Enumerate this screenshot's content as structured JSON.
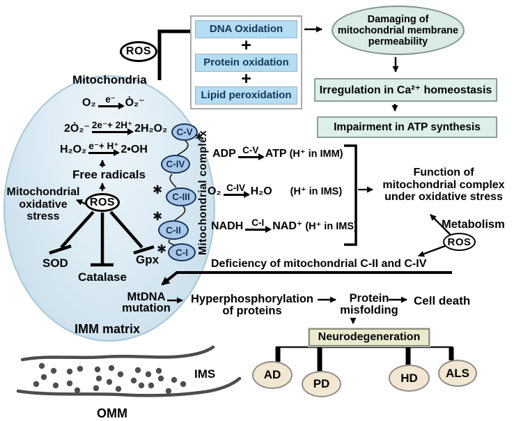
{
  "top": {
    "ros": "ROS",
    "mitochondria": "Mitochondria",
    "plus": "+",
    "ox_boxes": [
      "DNA Oxidation",
      "Protein oxidation",
      "Lipid peroxidation"
    ],
    "damaging_lines": [
      "Damaging  of",
      "mitochondrial membrane",
      "permeability"
    ],
    "irregulation": "Irregulation in Ca²⁺ homeostasis",
    "impairment": "Impairment in ATP synthesis"
  },
  "mito": {
    "equations": [
      {
        "lhs": "O₂",
        "label": "e⁻",
        "rhs": "Ȯ₂⁻"
      },
      {
        "lhs": "2Ȯ₂⁻",
        "label": "2e⁻+ 2H⁺",
        "rhs": "2H₂O₂"
      },
      {
        "lhs": "H₂O₂",
        "label": "e⁻+ H⁺",
        "rhs": "2•OH"
      }
    ],
    "free_radicals": "Free radicals",
    "ros": "ROS",
    "stress_lines": [
      "Mitochondrial",
      "oxidative",
      "stress"
    ],
    "sod": "SOD",
    "catalase": "Catalase",
    "gpx": "Gpx",
    "imm_matrix": "IMM matrix"
  },
  "complex": {
    "axis": "Mitochondrial complex",
    "items": [
      "C-V",
      "C-IV",
      "C-III",
      "C-II",
      "C-I"
    ],
    "star": "✱"
  },
  "reactions": [
    {
      "lhs": "ADP",
      "label": "C-V",
      "rhs": "ATP",
      "note": "(H⁺ in IMM)"
    },
    {
      "lhs": "O₂",
      "label": "C-IV",
      "rhs": "H₂O",
      "note": "(H⁺ in IMS)"
    },
    {
      "lhs": "NADH",
      "label": "C-I",
      "rhs": "NAD⁺",
      "note": "(H⁺ in IMS)"
    }
  ],
  "right": {
    "function_lines": [
      "Function of",
      "mitochondrial complex",
      "under oxidative stress"
    ],
    "metabolism": "Metabolism",
    "ros": "ROS",
    "deficiency": "Deficiency of mitochondrial C-II and C-IV"
  },
  "cascade": {
    "mtdna_lines": [
      "MtDNA",
      "mutation"
    ],
    "hyper_lines": [
      "Hyperphosphorylation",
      "of proteins"
    ],
    "misfold_lines": [
      "Protein",
      "misfolding"
    ],
    "cell_death": "Cell death",
    "neuro": "Neurodegeneration",
    "diseases": [
      "AD",
      "PD",
      "HD",
      "ALS"
    ]
  },
  "membrane": {
    "ims": "IMS",
    "omm": "OMM"
  },
  "colors": {
    "ox_box_fill": "#b2ddf2",
    "ox_box_text": "#14365c",
    "teal_fill": "#dcefe9",
    "green_ellipse_fill": "#d9ebe4",
    "neuro_fill": "#eaeacf",
    "disease_fill": "#f3e6d2",
    "complex_fill": "#a9c8e8",
    "complex_text": "#13305a",
    "mito_fill": "#d7e7f2"
  }
}
